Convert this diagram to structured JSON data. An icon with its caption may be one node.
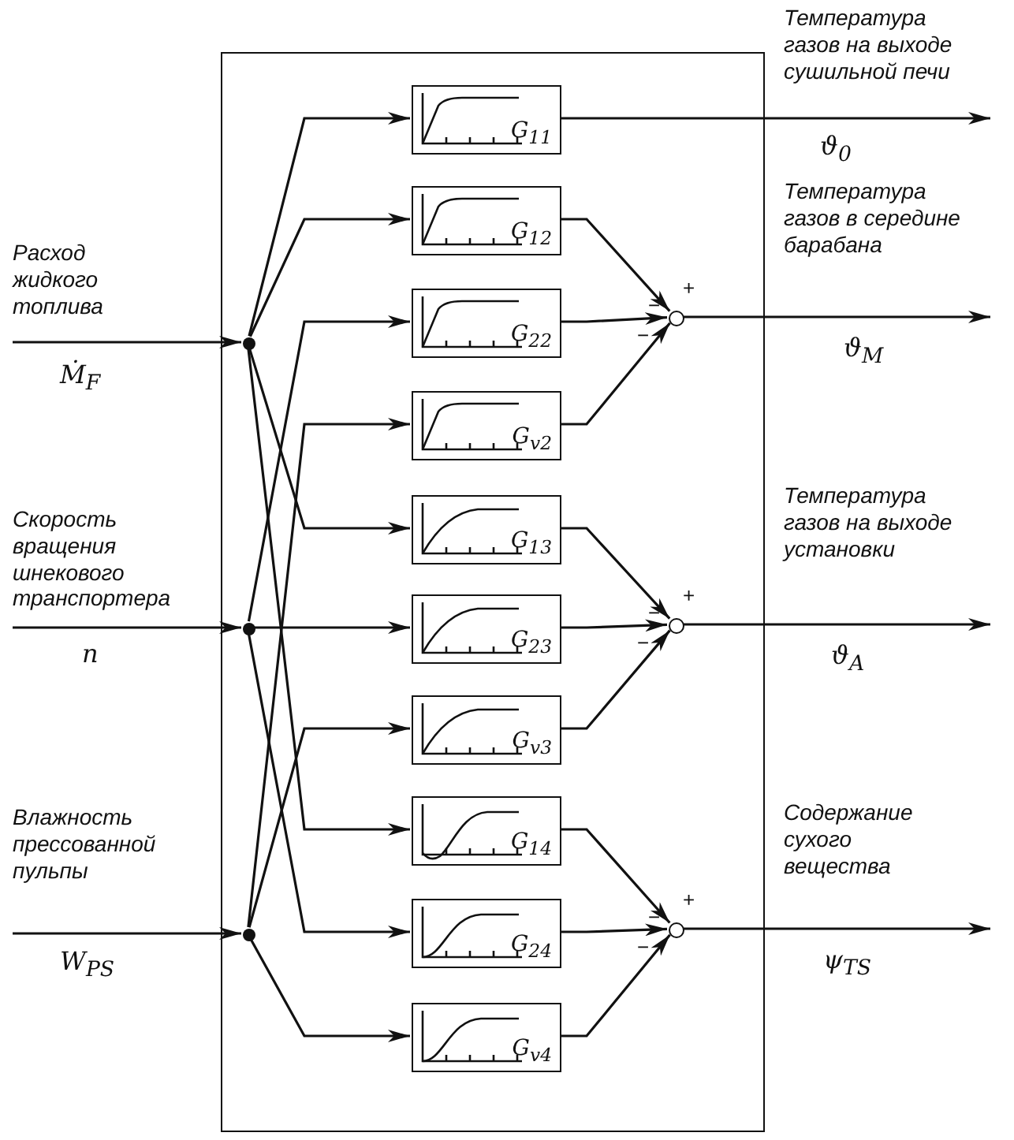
{
  "diagram": {
    "nodes": [
      {
        "text": [],
        "shape": "box"
      },
      {
        "text": [],
        "shape": "circle",
        "in": 0
      },
      {
        "text": [],
        "shape": "circle",
        "in": 0
      },
      {
        "text": [],
        "shape": "circle",
        "in": 0
      },
      {
        "text": [
          "G$_{11}$"
        ],
        "in": 0
      },
      {
        "text": [
          "G$_{12}$"
        ],
        "in": 0
      },
      {
        "text": [
          "G$_{22}$"
        ],
        "in": 0
      },
      {
        "text": [
          "G$_{v2}$"
        ],
        "in": 0
      },
      {
        "text": [
          "G$_{13}$"
        ],
        "in": 0
      },
      {
        "text": [
          "G$_{23}$"
        ],
        "in": 0
      },
      {
        "text": [
          "G$_{v3}$"
        ],
        "in": 0
      },
      {
        "text": [
          "G$_{14}$"
        ],
        "in": 0
      },
      {
        "text": [
          "G$_{24}$"
        ],
        "in": 0
      },
      {
        "text": [
          "G$_{v4}$"
        ],
        "in": 0
      },
      {
        "text": [],
        "shape": "circle",
        "in": 0
      },
      {
        "text": [],
        "shape": "circle",
        "in": 0
      },
      {
        "text": [],
        "shape": "circle",
        "in": 0
      }
    ],
    "edges": [
      {
        "from": null,
        "to": 1,
        "arrow": "to"
      },
      {
        "from": null,
        "to": 2,
        "arrow": "to"
      },
      {
        "from": null,
        "to": 3,
        "arrow": "to"
      },
      {
        "from": 1,
        "to": 4,
        "arrow": "to"
      },
      {
        "from": 1,
        "to": 5,
        "arrow": "to"
      },
      {
        "from": 1,
        "to": 8,
        "arrow": "to"
      },
      {
        "from": 1,
        "to": 11,
        "arrow": "to"
      },
      {
        "from": 2,
        "to": 6,
        "arrow": "to"
      },
      {
        "from": 2,
        "to": 9,
        "arrow": "to"
      },
      {
        "from": 2,
        "to": 12,
        "arrow": "to"
      },
      {
        "from": 3,
        "to": 7,
        "arrow": "to"
      },
      {
        "from": 3,
        "to": 10,
        "arrow": "to"
      },
      {
        "from": 3,
        "to": 13,
        "arrow": "to"
      },
      {
        "from": 5,
        "to": 14,
        "arrow": "to"
      },
      {
        "from": 6,
        "to": 14,
        "arrow": "to"
      },
      {
        "from": 7,
        "to": 14,
        "arrow": "to"
      },
      {
        "from": 8,
        "to": 15,
        "arrow": "to"
      },
      {
        "from": 9,
        "to": 15,
        "arrow": "to"
      },
      {
        "from": 10,
        "to": 15,
        "arrow": "to"
      },
      {
        "from": 11,
        "to": 16,
        "arrow": "to"
      },
      {
        "from": 12,
        "to": 16,
        "arrow": "to"
      },
      {
        "from": 13,
        "to": 16,
        "arrow": "to"
      },
      {
        "from": 4,
        "to": null,
        "arrow": "to"
      },
      {
        "from": 14,
        "to": null,
        "arrow": "to"
      },
      {
        "from": 15,
        "to": null,
        "arrow": "to"
      },
      {
        "from": 16,
        "to": null,
        "arrow": "to"
      }
    ],
    "labels": [
      "Температура газов на выходе сушильной печи",
      "ϑ$_{0}$",
      "Температура газов в середине барабана",
      "Расход жидкого топлива",
      "+",
      "−",
      "−",
      "ϑ$_{M}$",
      "Ṁ$_{F}$",
      "Температура газов на выходе установки",
      "Скорость вращения шнекового транспортера",
      "+",
      "−",
      "−",
      "ϑ$_{A}$",
      "n",
      "Влажность прессованной пульпы",
      "Содержание сухого вещества",
      "+",
      "−",
      "−",
      "W$_{PS}$",
      "ψ$_{TS}$"
    ]
  }
}
